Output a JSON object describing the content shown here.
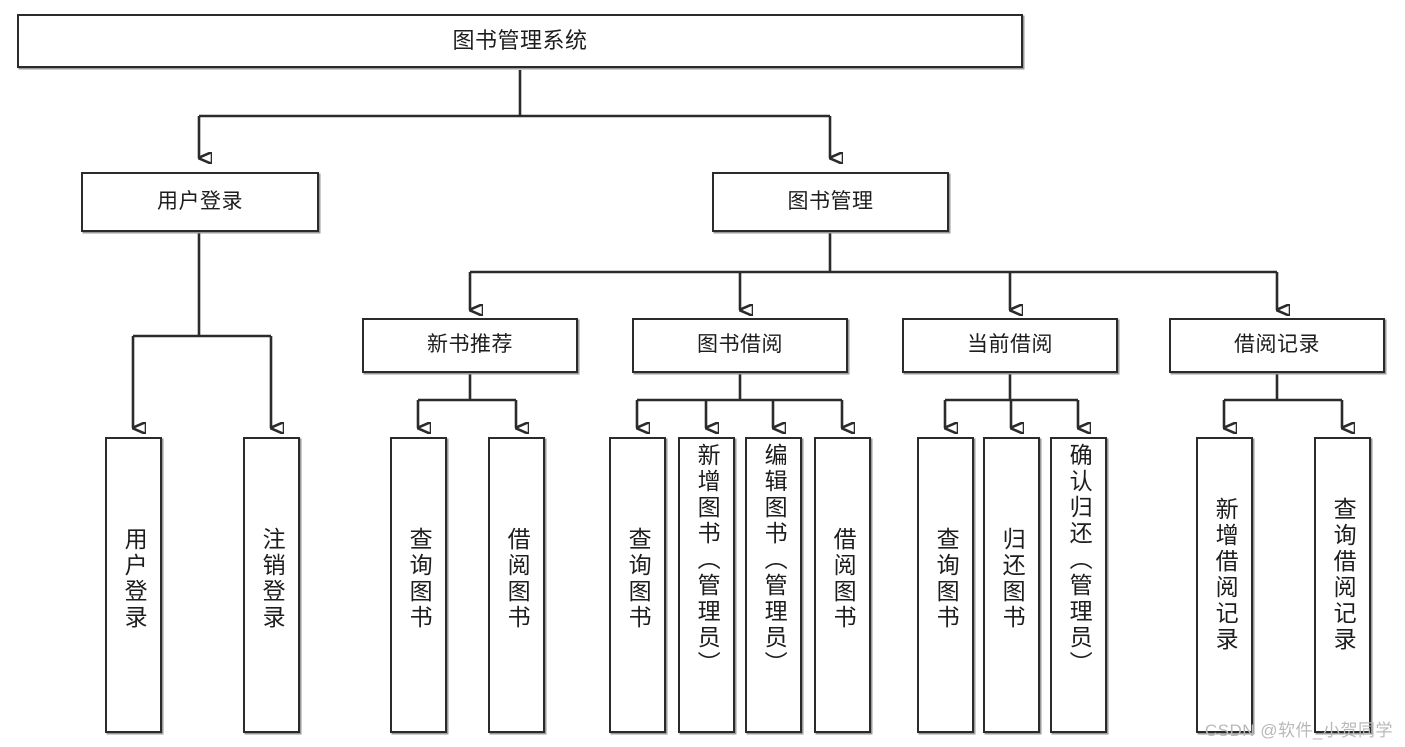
{
  "diagram": {
    "title": "图书管理系统",
    "type": "tree-hierarchy-diagram",
    "colors": {
      "box_border": "#2b2b2b",
      "box_fill": "#ffffff",
      "connector": "#2b2b2b",
      "shadow": "#9a9a9a",
      "watermark": "#b9b9b9"
    },
    "root": {
      "label": "图书管理系统"
    },
    "level2": {
      "user_login": {
        "label": "用户登录"
      },
      "book_manage": {
        "label": "图书管理"
      }
    },
    "level3": {
      "new_book_recommend": {
        "label": "新书推荐"
      },
      "book_borrow": {
        "label": "图书借阅"
      },
      "current_borrow": {
        "label": "当前借阅"
      },
      "borrow_record": {
        "label": "借阅记录"
      }
    },
    "leaves": {
      "user_login": [
        {
          "label": "用户登录"
        },
        {
          "label": "注销登录"
        }
      ],
      "new_book_recommend": [
        {
          "label": "查询图书"
        },
        {
          "label": "借阅图书"
        }
      ],
      "book_borrow": [
        {
          "label": "查询图书"
        },
        {
          "label": "新增图书（管理员）"
        },
        {
          "label": "编辑图书（管理员）"
        },
        {
          "label": "借阅图书"
        }
      ],
      "current_borrow": [
        {
          "label": "查询图书"
        },
        {
          "label": "归还图书"
        },
        {
          "label": "确认归还（管理员）"
        }
      ],
      "borrow_record": [
        {
          "label": "新增借阅记录"
        },
        {
          "label": "查询借阅记录"
        }
      ]
    },
    "watermark": "CSDN @软件_小贺同学"
  }
}
